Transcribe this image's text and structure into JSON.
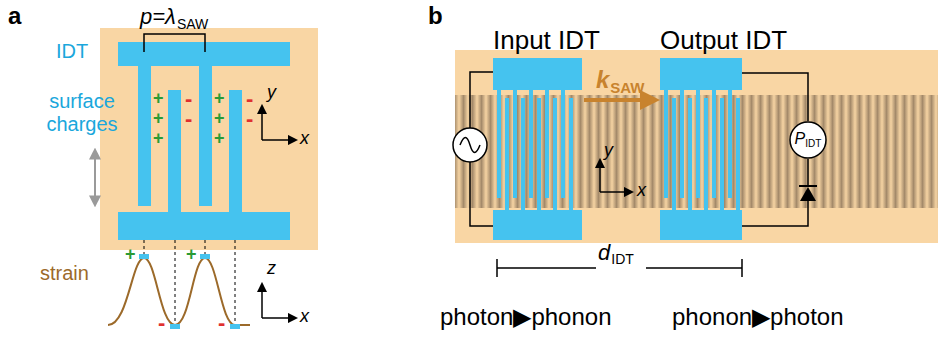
{
  "diagram": {
    "nodes": [
      {
        "text": [
          "Input IDT"
        ]
      },
      {
        "text": [
          "Output IDT"
        ]
      },
      {
        "text": [
          "P",
          "IDT"
        ]
      }
    ],
    "edges": [
      {
        "from": 0,
        "to": 1,
        "arrow": "to",
        "label": "k"
      },
      {
        "from": 1,
        "to": 2,
        "arrow": "none"
      }
    ],
    "labels": [
      "a",
      "p=λ",
      "SAW",
      "IDT",
      "surface charges",
      "y",
      "x",
      "strain",
      "z",
      "x",
      "+",
      "+",
      "+",
      "+",
      "+",
      "+",
      "-",
      "-",
      "-",
      "-",
      "+",
      "+",
      "-",
      "-",
      "b",
      "SAW",
      "y",
      "x",
      "d",
      "IDT",
      "photon▶phonon",
      "phonon▶photon"
    ]
  }
}
